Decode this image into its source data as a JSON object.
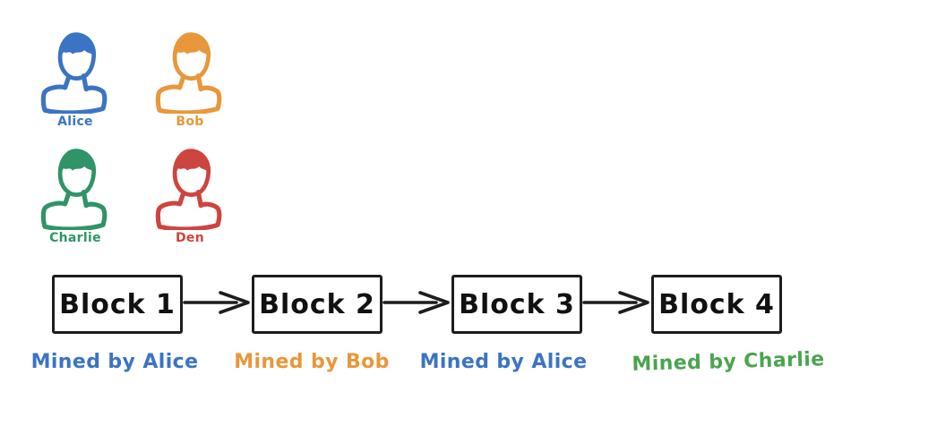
{
  "background": "#ffffff",
  "users": [
    {
      "name": "Alice",
      "color": "#3b74c4"
    },
    {
      "name": "Bob",
      "color": "#e8973a"
    },
    {
      "name": "Charlie",
      "color": "#2f9467"
    },
    {
      "name": "Den",
      "color": "#cd453f"
    }
  ],
  "chain": {
    "block_border_color": "#1d1d1d",
    "arrow_color": "#1d1d1d",
    "blocks": [
      {
        "label": "Block 1",
        "mined_by": "Mined by Alice",
        "label_color": "#3b74c4"
      },
      {
        "label": "Block 2",
        "mined_by": "Mined by Bob",
        "label_color": "#e8973a"
      },
      {
        "label": "Block 3",
        "mined_by": "Mined by Alice",
        "label_color": "#3b74c4"
      },
      {
        "label": "Block 4",
        "mined_by": "Mined by Charlie",
        "label_color": "#4aa54e"
      }
    ]
  }
}
